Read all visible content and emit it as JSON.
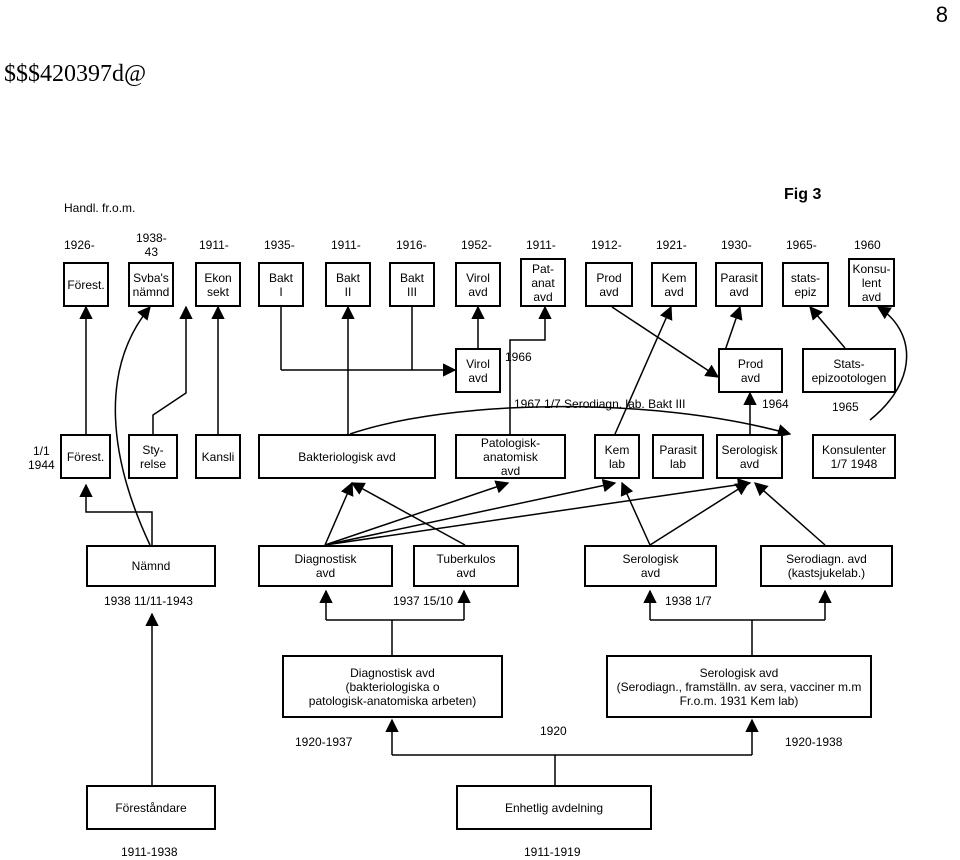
{
  "page_number": "8",
  "doc_code": "$$$420397d@",
  "header_left": "Handl. fr.o.m.",
  "fig_label": "Fig 3",
  "top_years": [
    "1926-",
    "1938-\n43",
    "1911-",
    "1935-",
    "1911-",
    "1916-",
    "1952-",
    "1911-",
    "1912-",
    "1921-",
    "1930-",
    "1965-",
    "1960"
  ],
  "top_boxes": [
    "Förest.",
    "Svba's\nnämnd",
    "Ekon\nsekt",
    "Bakt\nI",
    "Bakt\nII",
    "Bakt\nIII",
    "Virol\navd",
    "Pat-\nanat\navd",
    "Prod\navd",
    "Kem\navd",
    "Parasit\navd",
    "stats-\nepiz",
    "Konsu-\nlent\navd"
  ],
  "mid_boxes": {
    "virol": "Virol\navd",
    "virol_year": "1966",
    "prod": "Prod\navd",
    "stats": "Stats-\nepizootologen"
  },
  "mid_annotations": {
    "serodiagn": "1967 1/7 Serodiagn. lab. Bakt III",
    "y1964": "1964",
    "y1965": "1965"
  },
  "row1944": {
    "date": "1/1\n1944",
    "boxes": [
      "Förest.",
      "Sty-\nrelse",
      "Kansli",
      "Bakteriologisk avd",
      "Patologisk-\nanatomisk\navd",
      "Kem\nlab",
      "Parasit\nlab",
      "Serologisk\navd",
      "Konsulenter\n1/7 1948"
    ]
  },
  "row1938": {
    "boxes": [
      "Nämnd",
      "Diagnostisk\navd",
      "Tuberkulos\navd",
      "Serologisk\navd",
      "Serodiagn. avd\n(kastsjukelab.)"
    ],
    "dates": [
      "1938 11/11-1943",
      "1937 15/10",
      "1938 1/7"
    ]
  },
  "row1920": {
    "boxes": [
      "Diagnostisk avd\n(bakteriologiska o\npatologisk-anatomiska arbeten)",
      "Serologisk avd\n(Serodiagn., framställn. av sera, vacciner m.m\nFr.o.m. 1931 Kem lab)"
    ],
    "dates": [
      "1920-1937",
      "1920",
      "1920-1938"
    ]
  },
  "row1911": {
    "boxes": [
      "Föreståndare",
      "Enhetlig avdelning"
    ],
    "dates": [
      "1911-1938",
      "1911-1919"
    ]
  }
}
